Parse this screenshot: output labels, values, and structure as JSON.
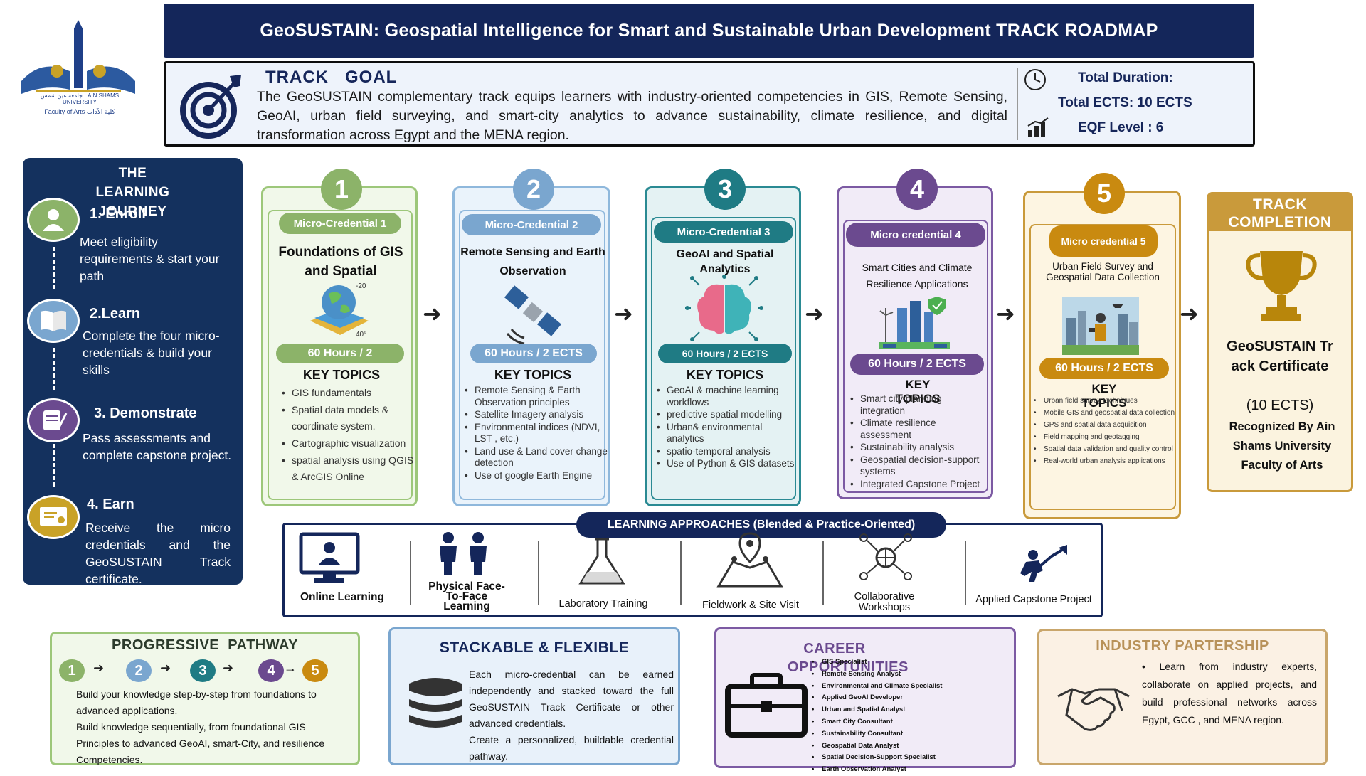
{
  "header": {
    "title": "GeoSUSTAIN: Geospatial Intelligence for Smart and Sustainable Urban Development TRACK ROADMAP",
    "logo_lines": [
      "جامعة عين شمس",
      "AIN SHAMS UNIVERSITY",
      "Faculty of Arts",
      "كلية الآداب"
    ]
  },
  "goal": {
    "title": "TRACK   GOAL",
    "text": "The GeoSUSTAIN complementary track equips learners with industry-oriented competencies in GIS, Remote Sensing, GeoAI, urban field surveying, and smart-city analytics to advance sustainability, climate resilience, and digital transformation across Egypt and the MENA region.",
    "duration": "Total Duration:",
    "ects": "Total ECTS: 10 ECTS",
    "eqf": "EQF Level : 6"
  },
  "journey": {
    "title": "THE LEARNING JOURNEY",
    "steps": [
      {
        "head": "1. Enroll",
        "text": "Meet eligibility requirements & start your path",
        "icon": "user-icon"
      },
      {
        "head": "2.Learn",
        "text": "Complete the four micro-credentials & build your skills",
        "icon": "book-icon"
      },
      {
        "head": "3. Demonstrate",
        "text": "Pass assessments and complete capstone project.",
        "icon": "scroll-icon"
      },
      {
        "head": "4. Earn",
        "text": "Receive the micro credentials and the GeoSUSTAIN Track certificate.",
        "icon": "certificate-icon"
      }
    ]
  },
  "cards": [
    {
      "num": "1",
      "badge": "Micro-Credential 1",
      "title": "Foundations of GIS and Spatial",
      "hours": "60 Hours / 2",
      "kt": "KEY TOPICS",
      "icon_labels": [
        "-20",
        "40°"
      ],
      "topics": [
        "GIS fundamentals",
        "Spatial data models & coordinate system.",
        "Cartographic visualization",
        "spatial analysis using QGIS & ArcGIS Online"
      ],
      "color": "#8cb369"
    },
    {
      "num": "2",
      "badge": "Micro-Credential 2",
      "title": "Remote Sensing and Earth Observation",
      "hours": "60 Hours / 2 ECTS",
      "kt": "KEY TOPICS",
      "topics": [
        "Remote Sensing & Earth Observation principles",
        "Satellite Imagery analysis",
        "Environmental indices (NDVI, LST , etc.)",
        "Land use & Land cover change detection",
        "Use of google Earth Engine"
      ],
      "color": "#7aa6cf"
    },
    {
      "num": "3",
      "badge": "Micro-Credential 3",
      "title": "GeoAI and Spatial Analytics",
      "hours": "60 Hours / 2 ECTS",
      "kt": "KEY TOPICS",
      "topics": [
        "GeoAI & machine learning workflows",
        "predictive spatial modelling",
        "Urban& environmental analytics",
        "spatio-temporal analysis",
        "Use of Python & GIS datasets"
      ],
      "color": "#1f7b84"
    },
    {
      "num": "4",
      "badge": "Micro credential 4",
      "title": "Smart Cities and Climate Resilience Applications",
      "hours": "60 Hours / 2 ECTS",
      "kt": "KEY TOPICS",
      "topics": [
        "Smart city planning integration",
        "Climate resilience assessment",
        "Sustainability analysis",
        "Geospatial decision-support systems",
        "Integrated Capstone Project"
      ],
      "color": "#6b4a8f"
    },
    {
      "num": "5",
      "badge": "Micro credential 5",
      "title": "Urban Field Survey and Geospatial Data Collection",
      "hours": "60 Hours / 2 ECTS",
      "kt": "KEY TOPICS",
      "topics": [
        "Urban field survey techniques",
        "Mobile GIS and geospatial data collection",
        "GPS and spatial data acquisition",
        "Field mapping and geotagging",
        "Spatial data validation and quality control",
        "Real-world urban analysis applications"
      ],
      "color": "#c98a10"
    }
  ],
  "completion": {
    "title": "TRACK COMPLETION",
    "cert": "GeoSUSTAIN Track Certificate",
    "ects": "(10 ECTS)",
    "recognized": "Recognized By Ain Shams University Faculty of  Arts"
  },
  "approaches": {
    "title": "LEARNING APPROACHES (Blended & Practice-Oriented)",
    "items": [
      "Online Learning",
      "Physical Face-To-Face Learning",
      "Laboratory  Training",
      "Fieldwork  & Site Visit",
      "Collaborative Workshops",
      "Applied  Capstone Project"
    ]
  },
  "pathway": {
    "title": "PROGRESSIVE  PATHWAY",
    "steps": [
      "1",
      "2",
      "3",
      "4",
      "5"
    ],
    "text1": "Build your knowledge step-by-step from foundations to advanced applications.",
    "text2": "Build knowledge sequentially, from foundational GIS Principles to advanced GeoAI, smart-City, and resilience Competencies."
  },
  "stackable": {
    "title": "STACKABLE & FLEXIBLE",
    "text1": "Each micro-credential can be earned independently and stacked toward the full GeoSUSTAIN Track Certificate or other advanced credentials.",
    "text2": "Create a personalized, buildable credential pathway."
  },
  "career": {
    "title": "CAREER OPPORTUNITIES",
    "items": [
      "GIS Specialist",
      "Remote Sensing Analyst",
      "Environmental and Climate Specialist",
      "Applied GeoAI Developer",
      "Urban and Spatial Analyst",
      "Smart City Consultant",
      "Sustainability Consultant",
      "Geospatial Data Analyst",
      "Spatial Decision-Support Specialist",
      "Earth Observation Analyst"
    ]
  },
  "industry": {
    "title": "INDUSTRY PARTERSHIP",
    "text": "Learn from industry experts, collaborate on applied projects, and build professional networks across Egypt, GCC , and MENA region."
  }
}
